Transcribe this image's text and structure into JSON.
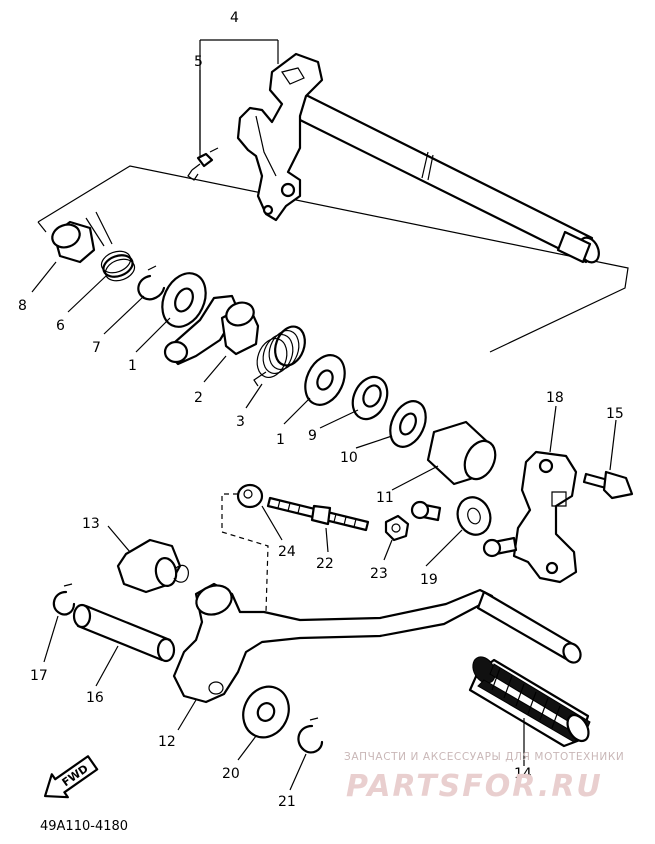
{
  "callouts": {
    "c1a": "1",
    "c1b": "1",
    "c2": "2",
    "c3": "3",
    "c4": "4",
    "c5": "5",
    "c6": "6",
    "c7": "7",
    "c8": "8",
    "c9": "9",
    "c10": "10",
    "c11": "11",
    "c12": "12",
    "c13": "13",
    "c14": "14",
    "c15": "15",
    "c16": "16",
    "c17": "17",
    "c18": "18",
    "c19": "19",
    "c20": "20",
    "c21": "21",
    "c22": "22",
    "c23": "23",
    "c24": "24"
  },
  "fwd_label": "FWD",
  "catalog_code": "49A110-4180",
  "watermark": {
    "line1": "ЗАПЧАСТИ И АКСЕССУАРЫ ДЛЯ МОТОТЕХНИКИ",
    "line2": "PARTSFOR.RU"
  }
}
